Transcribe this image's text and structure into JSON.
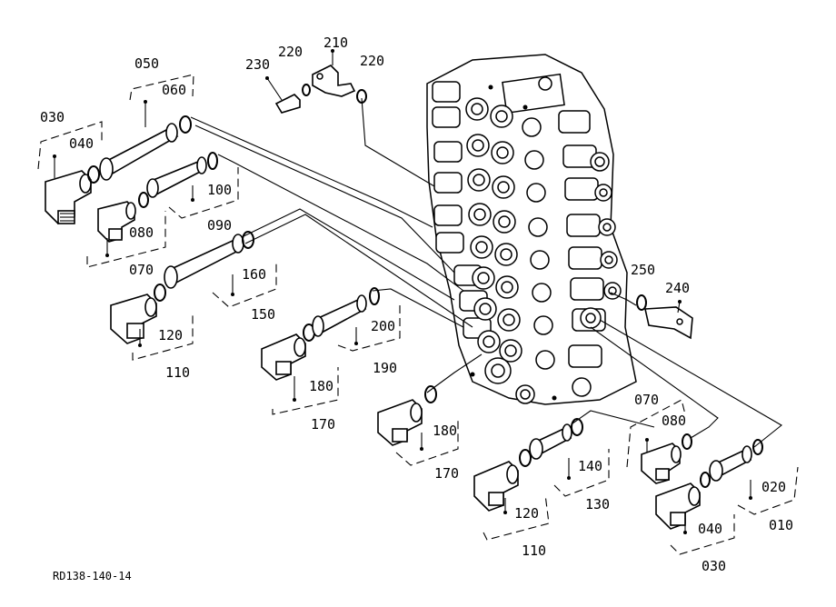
{
  "drawing": {
    "code": "RD138-140-14",
    "ink_color": "#000000",
    "paper_color": "#ffffff"
  },
  "callouts": {
    "c010": "010",
    "c020": "020",
    "c030_left": "030",
    "c030_right": "030",
    "c040_left": "040",
    "c040_right": "040",
    "c050": "050",
    "c060": "060",
    "c070_left": "070",
    "c070_right": "070",
    "c080_left": "080",
    "c080_right": "080",
    "c090": "090",
    "c100": "100",
    "c110_left": "110",
    "c110_right": "110",
    "c120_left": "120",
    "c120_right": "120",
    "c130": "130",
    "c140": "140",
    "c150": "150",
    "c160": "160",
    "c170_left": "170",
    "c170_right": "170",
    "c180_left": "180",
    "c180_right": "180",
    "c190": "190",
    "c200": "200",
    "c210": "210",
    "c220_left": "220",
    "c220_right": "220",
    "c230": "230",
    "c240": "240",
    "c250": "250"
  }
}
